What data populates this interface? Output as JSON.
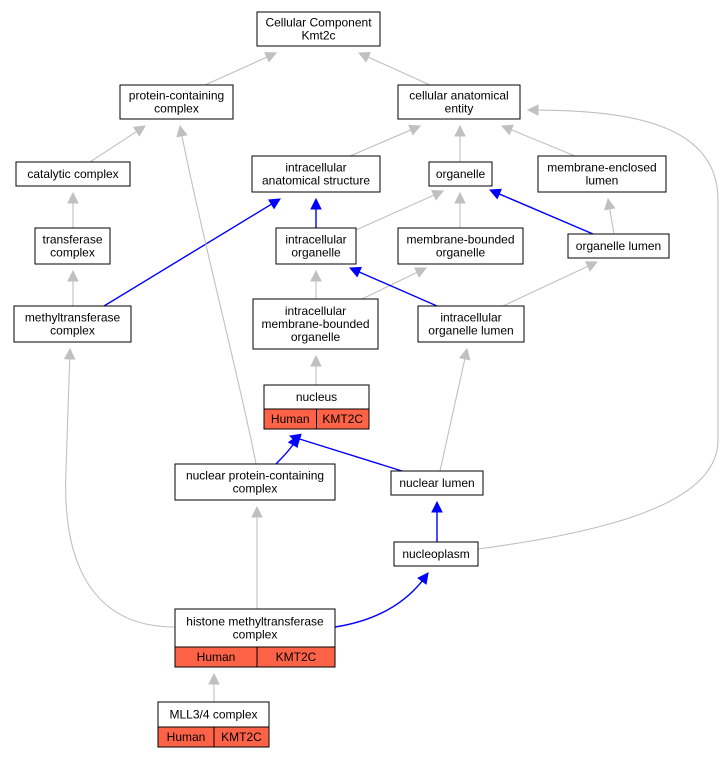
{
  "colors": {
    "is_a_edge": "#c0c0c0",
    "part_of_edge": "#0000ff",
    "annotation_fill": "#ff6347",
    "node_fill": "#ffffff",
    "node_stroke": "#000000"
  },
  "nodes": {
    "root": {
      "lines": [
        "Cellular Component",
        "Kmt2c"
      ]
    },
    "protein_containing_complex": {
      "lines": [
        "protein-containing",
        "complex"
      ]
    },
    "cellular_anatomical_entity": {
      "lines": [
        "cellular anatomical",
        "entity"
      ]
    },
    "catalytic_complex": {
      "lines": [
        "catalytic complex"
      ]
    },
    "intracellular_anatomical_structure": {
      "lines": [
        "intracellular",
        "anatomical structure"
      ]
    },
    "organelle": {
      "lines": [
        "organelle"
      ]
    },
    "membrane_enclosed_lumen": {
      "lines": [
        "membrane-enclosed",
        "lumen"
      ]
    },
    "transferase_complex": {
      "lines": [
        "transferase",
        "complex"
      ]
    },
    "intracellular_organelle": {
      "lines": [
        "intracellular",
        "organelle"
      ]
    },
    "membrane_bounded_organelle": {
      "lines": [
        "membrane-bounded",
        "organelle"
      ]
    },
    "organelle_lumen": {
      "lines": [
        "organelle lumen"
      ]
    },
    "methyltransferase_complex": {
      "lines": [
        "methyltransferase",
        "complex"
      ]
    },
    "intracellular_membrane_bounded_organelle": {
      "lines": [
        "intracellular",
        "membrane-bounded",
        "organelle"
      ]
    },
    "intracellular_organelle_lumen": {
      "lines": [
        "intracellular",
        "organelle lumen"
      ]
    },
    "nucleus": {
      "lines": [
        "nucleus"
      ],
      "annotation": [
        "Human",
        "KMT2C"
      ]
    },
    "nuclear_protein_containing_complex": {
      "lines": [
        "nuclear protein-containing",
        "complex"
      ]
    },
    "nuclear_lumen": {
      "lines": [
        "nuclear lumen"
      ]
    },
    "nucleoplasm": {
      "lines": [
        "nucleoplasm"
      ]
    },
    "histone_methyltransferase_complex": {
      "lines": [
        "histone methyltransferase",
        "complex"
      ],
      "annotation": [
        "Human",
        "KMT2C"
      ]
    },
    "mll34_complex": {
      "lines": [
        "MLL3/4 complex"
      ],
      "annotation": [
        "Human",
        "KMT2C"
      ]
    }
  },
  "edges": [
    {
      "from": "protein_containing_complex",
      "to": "root",
      "type": "is_a"
    },
    {
      "from": "cellular_anatomical_entity",
      "to": "root",
      "type": "is_a"
    },
    {
      "from": "catalytic_complex",
      "to": "protein_containing_complex",
      "type": "is_a"
    },
    {
      "from": "intracellular_anatomical_structure",
      "to": "cellular_anatomical_entity",
      "type": "is_a"
    },
    {
      "from": "organelle",
      "to": "cellular_anatomical_entity",
      "type": "is_a"
    },
    {
      "from": "membrane_enclosed_lumen",
      "to": "cellular_anatomical_entity",
      "type": "is_a"
    },
    {
      "from": "nucleoplasm",
      "to": "cellular_anatomical_entity",
      "type": "is_a"
    },
    {
      "from": "transferase_complex",
      "to": "catalytic_complex",
      "type": "is_a"
    },
    {
      "from": "methyltransferase_complex",
      "to": "transferase_complex",
      "type": "is_a"
    },
    {
      "from": "methyltransferase_complex",
      "to": "intracellular_anatomical_structure",
      "type": "part_of"
    },
    {
      "from": "intracellular_organelle",
      "to": "intracellular_anatomical_structure",
      "type": "part_of"
    },
    {
      "from": "intracellular_organelle",
      "to": "organelle",
      "type": "is_a"
    },
    {
      "from": "membrane_bounded_organelle",
      "to": "organelle",
      "type": "is_a"
    },
    {
      "from": "organelle_lumen",
      "to": "organelle",
      "type": "part_of"
    },
    {
      "from": "organelle_lumen",
      "to": "membrane_enclosed_lumen",
      "type": "is_a"
    },
    {
      "from": "intracellular_membrane_bounded_organelle",
      "to": "intracellular_organelle",
      "type": "is_a"
    },
    {
      "from": "intracellular_membrane_bounded_organelle",
      "to": "membrane_bounded_organelle",
      "type": "is_a"
    },
    {
      "from": "intracellular_organelle_lumen",
      "to": "intracellular_organelle",
      "type": "part_of"
    },
    {
      "from": "intracellular_organelle_lumen",
      "to": "organelle_lumen",
      "type": "is_a"
    },
    {
      "from": "nucleus",
      "to": "intracellular_membrane_bounded_organelle",
      "type": "is_a"
    },
    {
      "from": "nuclear_protein_containing_complex",
      "to": "nucleus",
      "type": "part_of"
    },
    {
      "from": "nuclear_protein_containing_complex",
      "to": "protein_containing_complex",
      "type": "is_a"
    },
    {
      "from": "nuclear_lumen",
      "to": "nucleus",
      "type": "part_of"
    },
    {
      "from": "nuclear_lumen",
      "to": "intracellular_organelle_lumen",
      "type": "is_a"
    },
    {
      "from": "nucleoplasm",
      "to": "nuclear_lumen",
      "type": "part_of"
    },
    {
      "from": "histone_methyltransferase_complex",
      "to": "nuclear_protein_containing_complex",
      "type": "is_a"
    },
    {
      "from": "histone_methyltransferase_complex",
      "to": "methyltransferase_complex",
      "type": "is_a"
    },
    {
      "from": "histone_methyltransferase_complex",
      "to": "nucleoplasm",
      "type": "part_of"
    },
    {
      "from": "mll34_complex",
      "to": "histone_methyltransferase_complex",
      "type": "is_a"
    }
  ]
}
